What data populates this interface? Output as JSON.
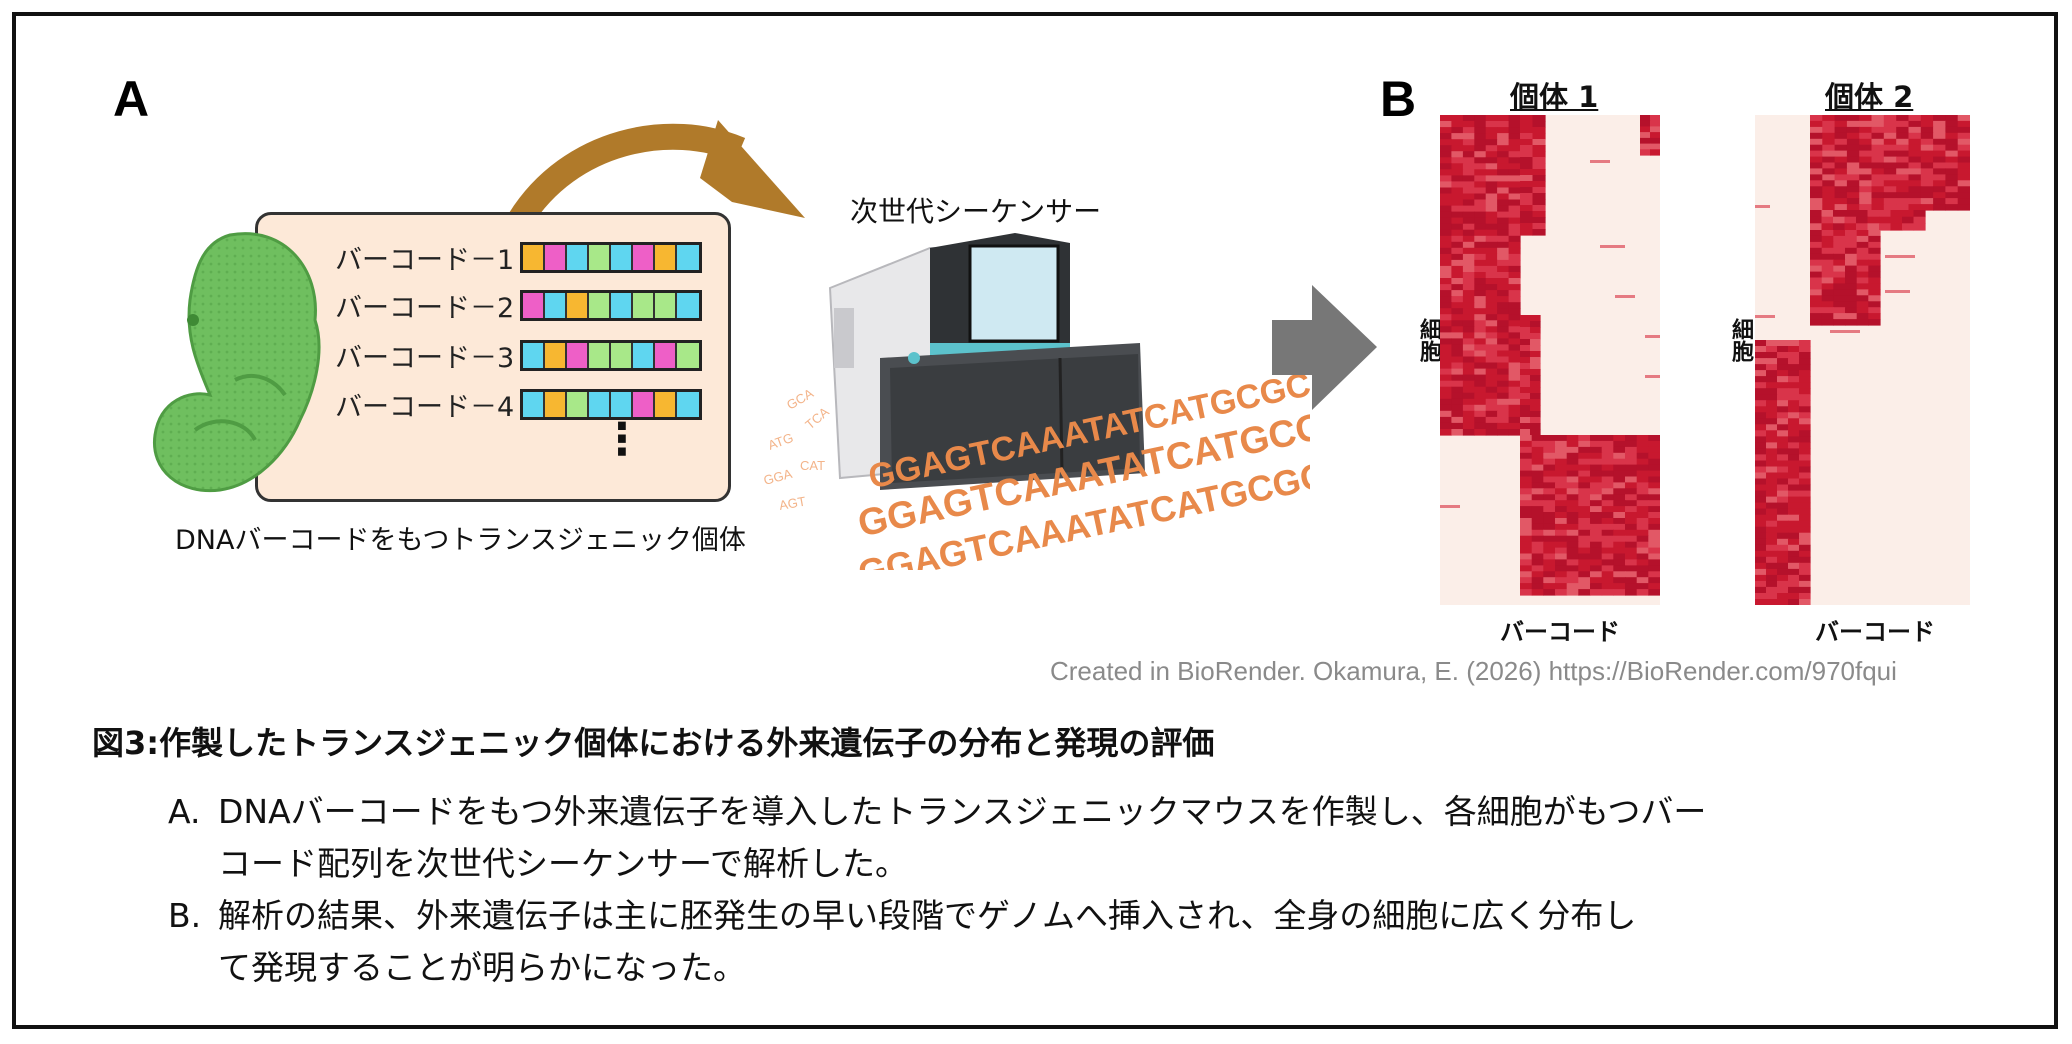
{
  "panel_a": {
    "letter": "A",
    "barcodes": [
      {
        "label": "バーコード－1",
        "cells": [
          "#f7b731",
          "#ee5fc7",
          "#5fd6f0",
          "#a8e889",
          "#5fd6f0",
          "#ee5fc7",
          "#f7b731",
          "#5fd6f0"
        ]
      },
      {
        "label": "バーコード－2",
        "cells": [
          "#ee5fc7",
          "#5fd6f0",
          "#f7b731",
          "#a8e889",
          "#5fd6f0",
          "#a8e889",
          "#a8e889",
          "#5fd6f0"
        ]
      },
      {
        "label": "バーコード－3",
        "cells": [
          "#5fd6f0",
          "#f7b731",
          "#ee5fc7",
          "#a8e889",
          "#a8e889",
          "#5fd6f0",
          "#ee5fc7",
          "#a8e889"
        ]
      },
      {
        "label": "バーコード－4",
        "cells": [
          "#5fd6f0",
          "#f7b731",
          "#a8e889",
          "#5fd6f0",
          "#5fd6f0",
          "#ee5fc7",
          "#f7b731",
          "#5fd6f0"
        ]
      }
    ],
    "ellipsis": "⋮",
    "organism_label": "DNAバーコードをもつトランスジェニック個体",
    "sequencer_label": "次世代シーケンサー",
    "sequences": [
      "GGAGTCAAATATCATGCGCAT",
      "GGAGTCAAATATCATGCG",
      "GGAGTCAAATATCATGCGCAT"
    ]
  },
  "panel_b": {
    "letter": "B",
    "heatmaps": [
      {
        "title": "個体 1",
        "xlabel": "バーコード",
        "ylabel": "細胞"
      },
      {
        "title": "個体 2",
        "xlabel": "バーコード",
        "ylabel": "細胞"
      }
    ]
  },
  "credit": "Created in BioRender. Okamura, E. (2026) https://BioRender.com/970fqui",
  "caption": {
    "title": "図3:作製したトランスジェニック個体における外来遺伝子の分布と発現の評価",
    "items": [
      {
        "marker": "A.",
        "line1": "DNAバーコードをもつ外来遺伝子を導入したトランスジェニックマウスを作製し、各細胞がもつバー",
        "line2": "コード配列を次世代シーケンサーで解析した。"
      },
      {
        "marker": "B.",
        "line1": "解析の結果、外来遺伝子は主に胚発生の早い段階でゲノムへ挿入され、全身の細胞に広く分布し",
        "line2": "て発現することが明らかになった。"
      }
    ]
  },
  "colors": {
    "heat_high": "#c8182f",
    "heat_low": "#fbeee8",
    "arrow_brown": "#b07a2a",
    "arrow_gray": "#777777",
    "embryo_green": "#6fbf5f",
    "box_fill": "#fde9d8"
  }
}
